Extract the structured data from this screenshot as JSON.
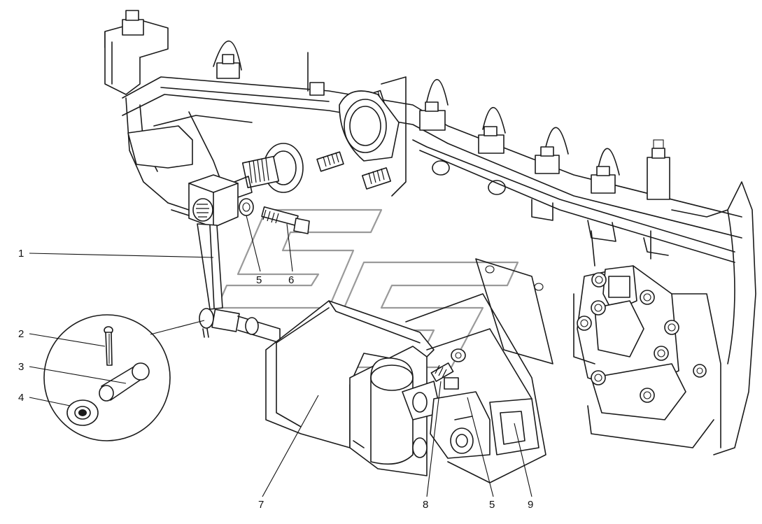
{
  "callouts": {
    "c1": "1",
    "c2": "2",
    "c3": "3",
    "c4": "4",
    "c5a": "5",
    "c6": "6",
    "c7": "7",
    "c8": "8",
    "c5b": "5",
    "c9": "9"
  },
  "colors": {
    "line": "#1a1a1a",
    "watermark": "#9a9a9a",
    "background": "#ffffff"
  }
}
